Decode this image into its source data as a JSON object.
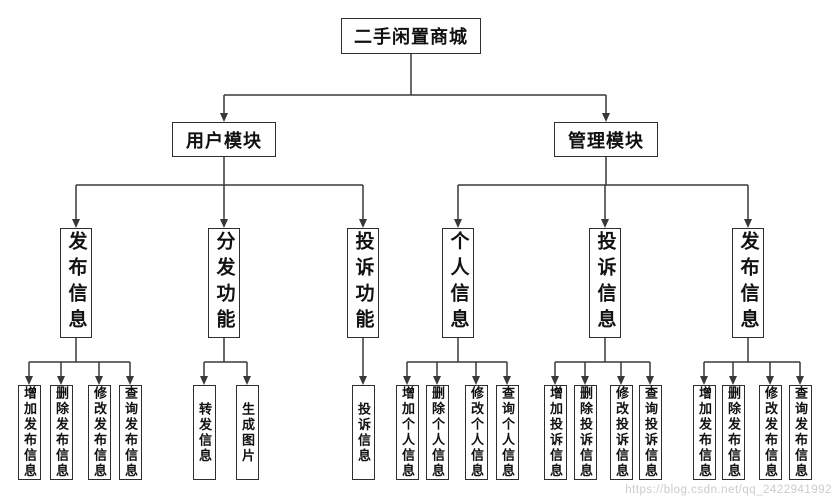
{
  "diagram": {
    "root": {
      "label": "二手闲置商城"
    },
    "modules": {
      "user": {
        "label": "用户模块"
      },
      "admin": {
        "label": "管理模块"
      }
    },
    "user_children": [
      {
        "label": "发布信息"
      },
      {
        "label": "分发功能"
      },
      {
        "label": "投诉功能"
      }
    ],
    "admin_children": [
      {
        "label": "个人信息"
      },
      {
        "label": "投诉信息"
      },
      {
        "label": "发布信息"
      }
    ],
    "leaves": {
      "user_publish": [
        "增加发布信息",
        "删除发布信息",
        "修改发布信息",
        "查询发布信息"
      ],
      "distribute": [
        "转发信息",
        "生成图片"
      ],
      "complaint_user": [
        "投诉信息"
      ],
      "personal": [
        "增加个人信息",
        "删除个人信息",
        "修改个人信息",
        "查询个人信息"
      ],
      "complaint_admin": [
        "增加投诉信息",
        "删除投诉信息",
        "修改投诉信息",
        "查询投诉信息"
      ],
      "admin_publish": [
        "增加发布信息",
        "删除发布信息",
        "修改发布信息",
        "查询发布信息"
      ]
    }
  },
  "watermark": "https://blog.csdn.net/qq_2422941992",
  "colors": {
    "line": "#383838",
    "box_border": "#2e2e2e",
    "text": "#111111",
    "background": "#ffffff",
    "watermark": "#cccccc"
  }
}
